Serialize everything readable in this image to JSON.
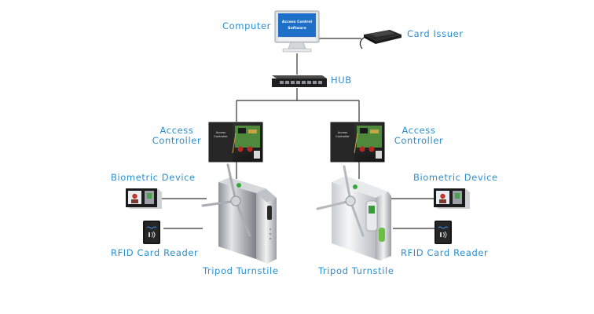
{
  "labels": {
    "computer": "Computer",
    "card_issuer": "Card Issuer",
    "hub": "HUB",
    "access_controller_left_line1": "Access",
    "access_controller_left_line2": "Controller",
    "access_controller_right_line1": "Access",
    "access_controller_right_line2": "Controller",
    "biometric_left": "Biometric Device",
    "biometric_right": "Biometric Device",
    "rfid_left": "RFID Card Reader",
    "rfid_right": "RFID Card Reader",
    "turnstile_left": "Tripod Turnstile",
    "turnstile_right": "Tripod Turnstile"
  },
  "monitor_screen": {
    "line1": "Access Control",
    "line2": "Software"
  },
  "controller_box_text": {
    "line1": "Access",
    "line2": "Controller"
  },
  "colors": {
    "label": "#2a8fd0",
    "line": "#333333",
    "screen": "#1e6fc8"
  }
}
